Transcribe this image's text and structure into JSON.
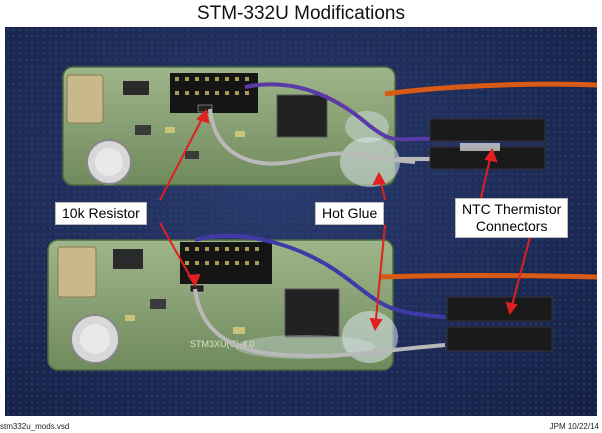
{
  "title": "STM-332U Modifications",
  "photo": {
    "labels": {
      "resistor": "10k Resistor",
      "glue": "Hot Glue",
      "ntc_line1": "NTC Thermistor",
      "ntc_line2": "Connectors"
    },
    "board_silkscreen": "STM3XU(C)-4.0"
  },
  "footer": {
    "left": "stm332u_mods.vsd",
    "right": "JPM 10/22/14"
  }
}
